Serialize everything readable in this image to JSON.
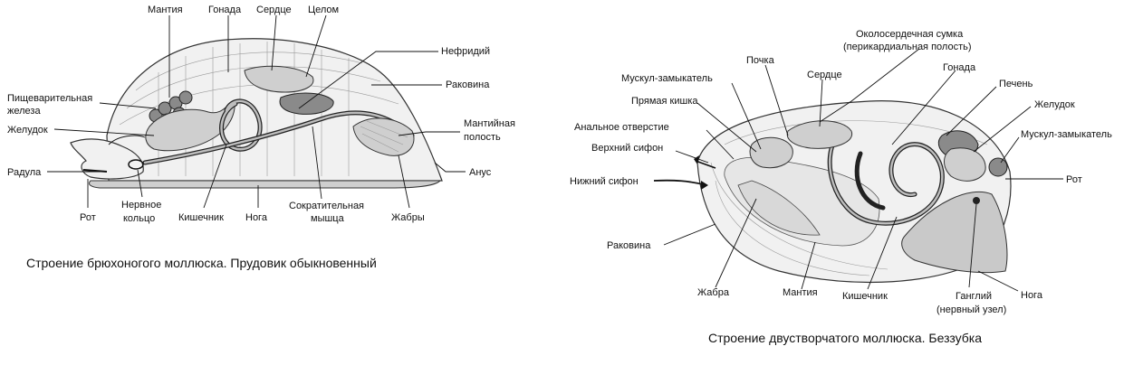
{
  "snail": {
    "caption": "Строение брюхоногого моллюска. Прудовик обыкновенный",
    "labels": {
      "mantle": "Мантия",
      "gonad": "Гонада",
      "heart": "Сердце",
      "coelom": "Целом",
      "nephridium": "Нефридий",
      "shell": "Раковина",
      "digestive_gland_1": "Пищеварительная",
      "digestive_gland_2": "железа",
      "stomach": "Желудок",
      "mantle_cavity_1": "Мантийная",
      "mantle_cavity_2": "полость",
      "radula": "Радула",
      "anus": "Анус",
      "mouth": "Рот",
      "nerve_ring_1": "Нервное",
      "nerve_ring_2": "кольцо",
      "intestine": "Кишечник",
      "foot": "Нога",
      "muscle_1": "Сократительная",
      "muscle_2": "мышца",
      "gills": "Жабры"
    }
  },
  "clam": {
    "caption": "Строение двустворчатого моллюска. Беззубка",
    "labels": {
      "pericardium_1": "Околосердечная сумка",
      "pericardium_2": "(перикардиальная полость)",
      "kidney": "Почка",
      "adductor_post": "Мускул-замыкатель",
      "heart": "Сердце",
      "gonad": "Гонада",
      "rectum": "Прямая кишка",
      "liver": "Печень",
      "stomach": "Желудок",
      "anal_opening": "Анальное отверстие",
      "adductor_ant": "Мускул-замыкатель",
      "upper_siphon": "Верхний сифон",
      "mouth": "Рот",
      "lower_siphon": "Нижний сифон",
      "shell": "Раковина",
      "gill": "Жабра",
      "mantle": "Мантия",
      "intestine": "Кишечник",
      "ganglion_1": "Ганглий",
      "ganglion_2": "(нервный узел)",
      "foot": "Нога"
    }
  }
}
